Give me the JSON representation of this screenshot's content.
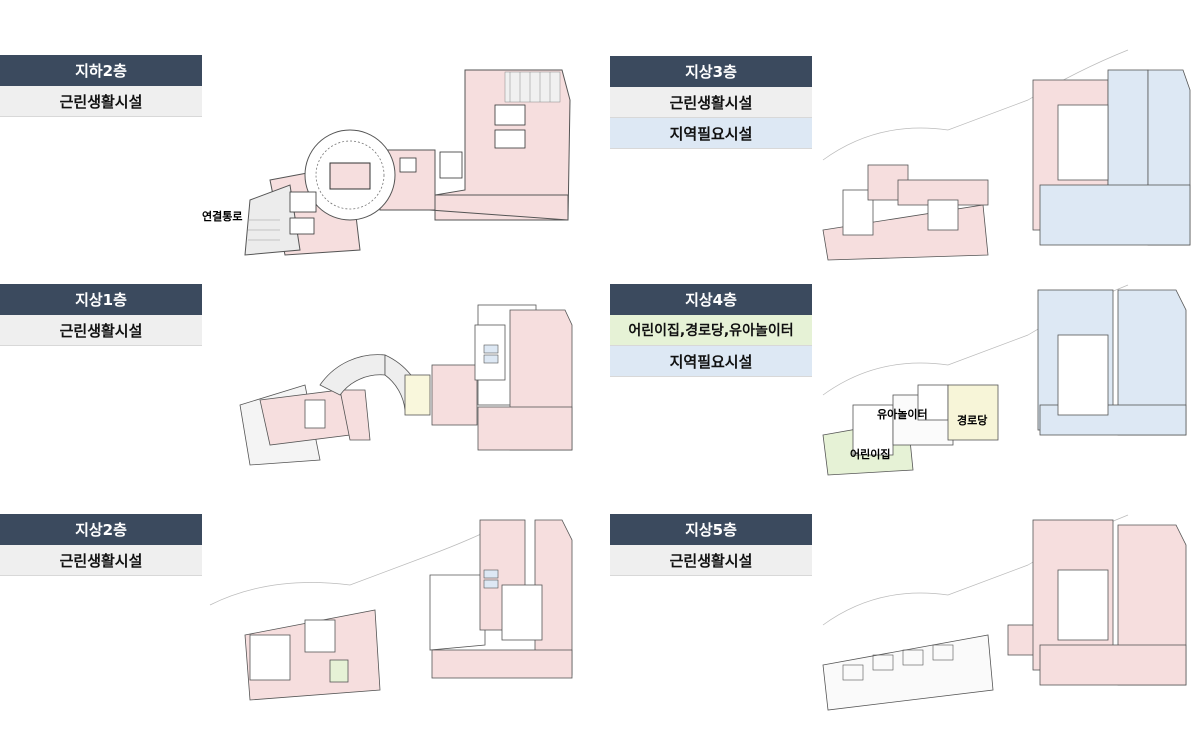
{
  "floors": [
    {
      "id": "b2",
      "title": "지하2층",
      "uses": [
        "근린생활시설"
      ]
    },
    {
      "id": "f3",
      "title": "지상3층",
      "uses": [
        "근린생활시설",
        "지역필요시설"
      ]
    },
    {
      "id": "f1",
      "title": "지상1층",
      "uses": [
        "근린생활시설"
      ]
    },
    {
      "id": "f4",
      "title": "지상4층",
      "uses": [
        "어린이집,경로당,유아놀이터",
        "지역필요시설"
      ]
    },
    {
      "id": "f2",
      "title": "지상2층",
      "uses": [
        "근린생활시설"
      ]
    },
    {
      "id": "f5",
      "title": "지상5층",
      "uses": [
        "근린생활시설"
      ]
    }
  ],
  "plan_labels": {
    "b2_corridor": "연결통로",
    "f4_playroom": "유아놀이터",
    "f4_senior": "경로당",
    "f4_daycare": "어린이집"
  },
  "colors": {
    "header": "#3b4a5e",
    "retail": "#f6dede",
    "local": "#dde8f4",
    "daycare": "#e6f2d6",
    "senior": "#f7f5d8"
  }
}
